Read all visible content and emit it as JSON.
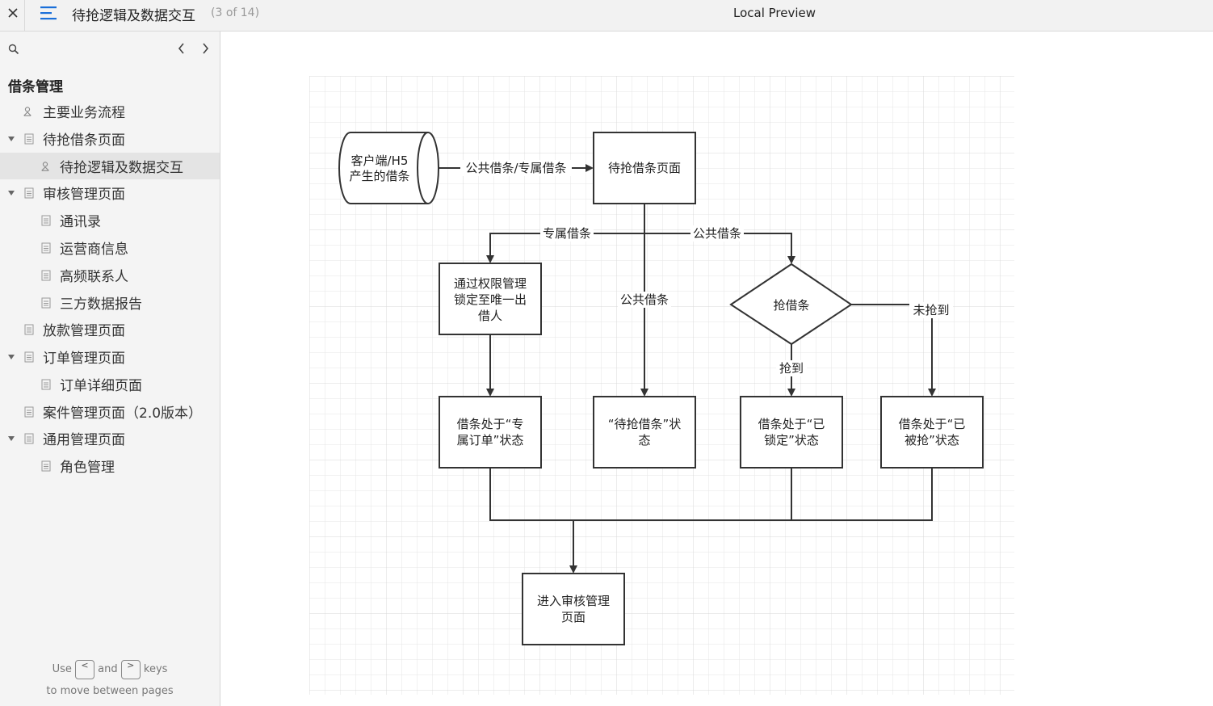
{
  "topbar": {
    "title": "待抢逻辑及数据交互",
    "page_count": "(3 of 14)",
    "preview_title": "Local Preview"
  },
  "sidebar": {
    "section_title": "借条管理",
    "items": [
      {
        "label": "主要业务流程",
        "icon": "flowchart-icon"
      },
      {
        "label": "待抢借条页面",
        "icon": "page-icon"
      },
      {
        "label": "待抢逻辑及数据交互",
        "icon": "flowchart-icon"
      },
      {
        "label": "审核管理页面",
        "icon": "page-icon"
      },
      {
        "label": "通讯录",
        "icon": "page-icon"
      },
      {
        "label": "运营商信息",
        "icon": "page-icon"
      },
      {
        "label": "高频联系人",
        "icon": "page-icon"
      },
      {
        "label": "三方数据报告",
        "icon": "page-icon"
      },
      {
        "label": "放款管理页面",
        "icon": "page-icon"
      },
      {
        "label": "订单管理页面",
        "icon": "page-icon"
      },
      {
        "label": "订单详细页面",
        "icon": "page-icon"
      },
      {
        "label": "案件管理页面（2.0版本）",
        "icon": "page-icon"
      },
      {
        "label": "通用管理页面",
        "icon": "page-icon"
      },
      {
        "label": "角色管理",
        "icon": "page-icon"
      }
    ],
    "help": {
      "use": "Use",
      "and": "and",
      "keys": "keys",
      "line2": "to move between pages",
      "prev_key": "<",
      "next_key": ">"
    }
  },
  "diagram": {
    "source_line1": "客户端/H5",
    "source_line2": "产生的借条",
    "edge_source": "公共借条/专属借条",
    "page_node": "待抢借条页面",
    "edge_exclusive": "专属借条",
    "edge_public": "公共借条",
    "edge_public_center": "公共借条",
    "lock_line1": "通过权限管理",
    "lock_line2": "锁定至唯一出",
    "lock_line3": "借人",
    "decision": "抢借条",
    "edge_not_grabbed": "未抢到",
    "edge_grabbed": "抢到",
    "state1_line1": "借条处于“专",
    "state1_line2": "属订单”状态",
    "state2_line1": "“待抢借条”状",
    "state2_line2": "态",
    "state3_line1": "借条处于“已",
    "state3_line2": "锁定”状态",
    "state4_line1": "借条处于“已",
    "state4_line2": "被抢”状态",
    "final_line1": "进入审核管理",
    "final_line2": "页面"
  }
}
